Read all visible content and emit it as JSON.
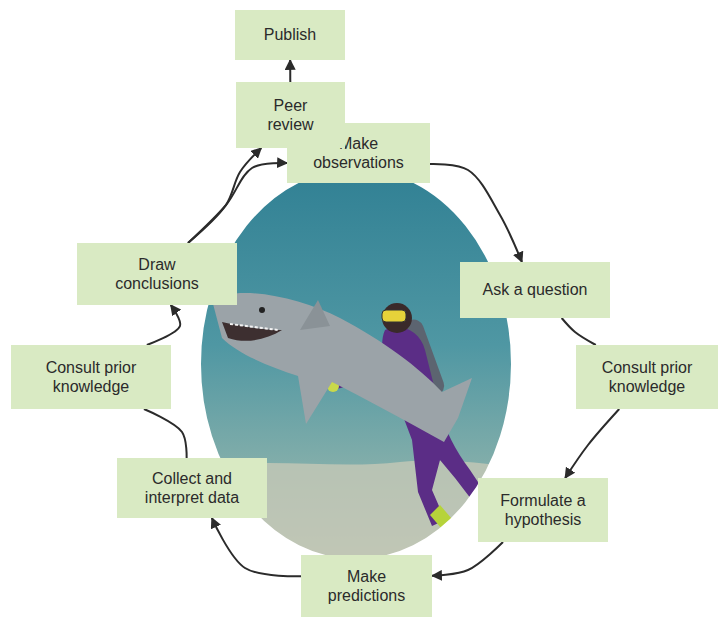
{
  "diagram": {
    "nodes": [
      {
        "text": [
          "Make observations"
        ]
      },
      {
        "text": [
          "Ask a question"
        ]
      },
      {
        "text": [
          "Consult prior knowledge"
        ]
      },
      {
        "text": [
          "Formulate a hypothesis"
        ]
      },
      {
        "text": [
          "Make predictions"
        ]
      },
      {
        "text": [
          "Collect and interpret data"
        ]
      },
      {
        "text": [
          "Consult prior knowledge"
        ]
      },
      {
        "text": [
          "Draw conclusions"
        ]
      },
      {
        "text": [
          "Peer review"
        ]
      },
      {
        "text": [
          "Publish"
        ]
      }
    ],
    "edges": [
      {
        "from": 0,
        "to": 1,
        "arrow": "to"
      },
      {
        "from": 1,
        "to": 2,
        "arrow": "none"
      },
      {
        "from": 2,
        "to": 3,
        "arrow": "to"
      },
      {
        "from": 3,
        "to": 4,
        "arrow": "to"
      },
      {
        "from": 4,
        "to": 5,
        "arrow": "to"
      },
      {
        "from": 5,
        "to": 6,
        "arrow": "none"
      },
      {
        "from": 6,
        "to": 7,
        "arrow": "to"
      },
      {
        "from": 7,
        "to": 0,
        "arrow": "to"
      },
      {
        "from": 7,
        "to": 8,
        "arrow": "to"
      },
      {
        "from": 8,
        "to": 9,
        "arrow": "to"
      }
    ]
  }
}
